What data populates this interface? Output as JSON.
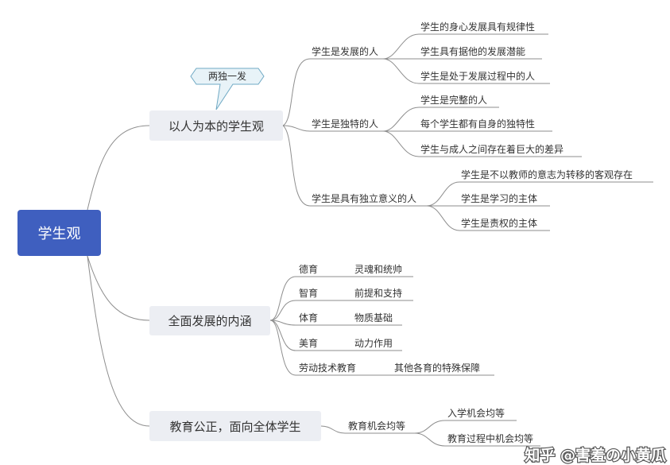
{
  "root": {
    "label": "学生观"
  },
  "callout": {
    "label": "两独一发"
  },
  "branches": [
    {
      "label": "以人为本的学生观",
      "children": [
        {
          "label": "学生是发展的人",
          "children": [
            "学生的身心发展具有规律性",
            "学生具有据他的发展潜能",
            "学生是处于发展过程中的人"
          ]
        },
        {
          "label": "学生是独特的人",
          "children": [
            "学生是完整的人",
            "每个学生都有自身的独特性",
            "学生与成人之间存在着巨大的差异"
          ]
        },
        {
          "label": "学生是具有独立意义的人",
          "children": [
            "学生是不以教师的意志为转移的客观存在",
            "学生是学习的主体",
            "学生是责权的主体"
          ]
        }
      ]
    },
    {
      "label": "全面发展的内涵",
      "children": [
        {
          "label": "德育",
          "children": [
            "灵魂和统帅"
          ]
        },
        {
          "label": "智育",
          "children": [
            "前提和支持"
          ]
        },
        {
          "label": "体育",
          "children": [
            "物质基础"
          ]
        },
        {
          "label": "美育",
          "children": [
            "动力作用"
          ]
        },
        {
          "label": "劳动技术教育",
          "children": [
            "其他各育的特殊保障"
          ]
        }
      ]
    },
    {
      "label": "教育公正，面向全体学生",
      "children": [
        {
          "label": "教育机会均等",
          "children": [
            "入学机会均等",
            "教育过程中机会均等"
          ]
        }
      ]
    }
  ],
  "watermark": "知乎 @害羞の小黄瓜",
  "colors": {
    "root_fill": "#3f5fbf",
    "branch_fill": "#eceef3",
    "line": "#8e8e8e",
    "callout_fill": "#e8f3f8",
    "callout_border": "#6fa9c4"
  }
}
